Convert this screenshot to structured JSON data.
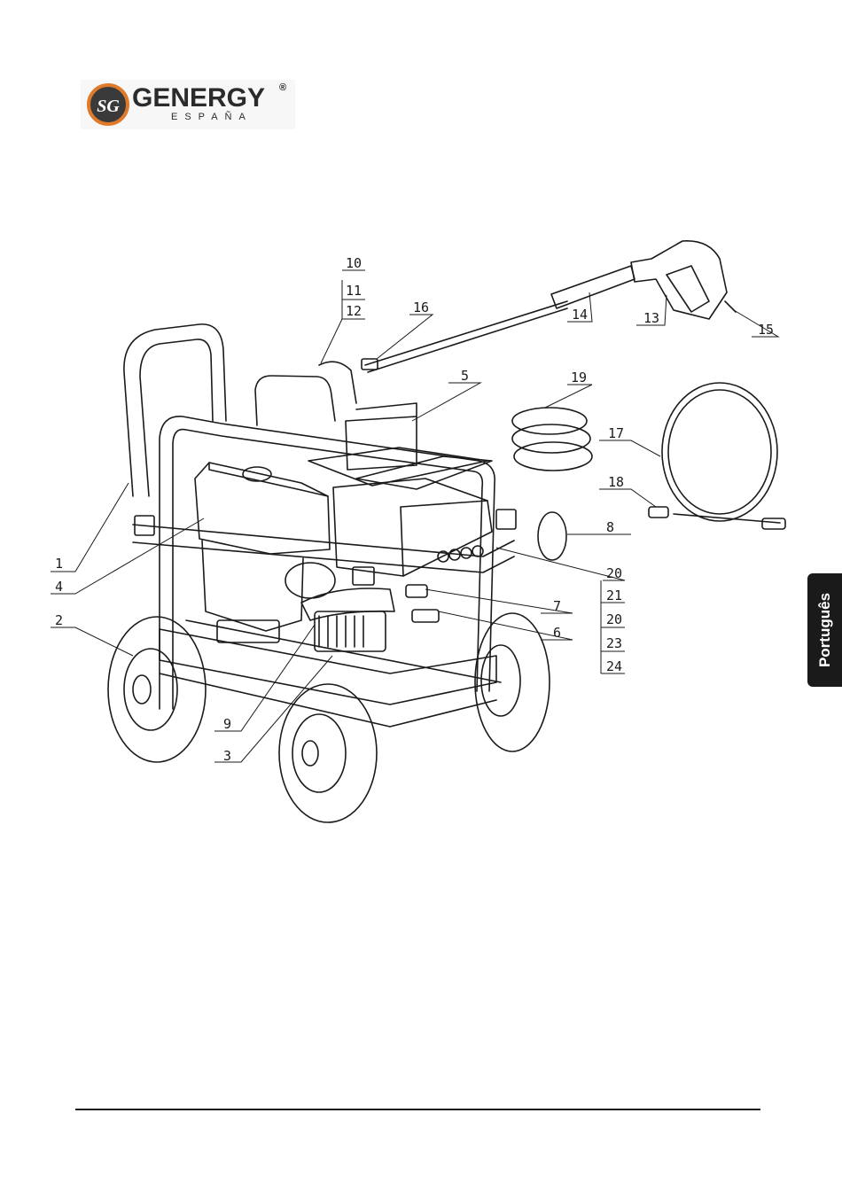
{
  "logo": {
    "brand": "GENERGY",
    "sub": "ESPAÑA",
    "reg": "®",
    "monogram": "SG"
  },
  "diagram": {
    "callouts": [
      {
        "id": "c1",
        "label": "1"
      },
      {
        "id": "c2",
        "label": "2"
      },
      {
        "id": "c3",
        "label": "3"
      },
      {
        "id": "c4",
        "label": "4"
      },
      {
        "id": "c5",
        "label": "5"
      },
      {
        "id": "c6",
        "label": "6"
      },
      {
        "id": "c7",
        "label": "7"
      },
      {
        "id": "c8",
        "label": "8"
      },
      {
        "id": "c9",
        "label": "9"
      },
      {
        "id": "c10",
        "label": "10"
      },
      {
        "id": "c11",
        "label": "11"
      },
      {
        "id": "c12",
        "label": "12"
      },
      {
        "id": "c13",
        "label": "13"
      },
      {
        "id": "c14",
        "label": "14"
      },
      {
        "id": "c15",
        "label": "15"
      },
      {
        "id": "c16",
        "label": "16"
      },
      {
        "id": "c17",
        "label": "17"
      },
      {
        "id": "c18",
        "label": "18"
      },
      {
        "id": "c19",
        "label": "19"
      },
      {
        "id": "c20a",
        "label": "20"
      },
      {
        "id": "c21",
        "label": "21"
      },
      {
        "id": "c20b",
        "label": "20"
      },
      {
        "id": "c23",
        "label": "23"
      },
      {
        "id": "c24",
        "label": "24"
      }
    ]
  },
  "side_tab": {
    "label": "Português"
  }
}
